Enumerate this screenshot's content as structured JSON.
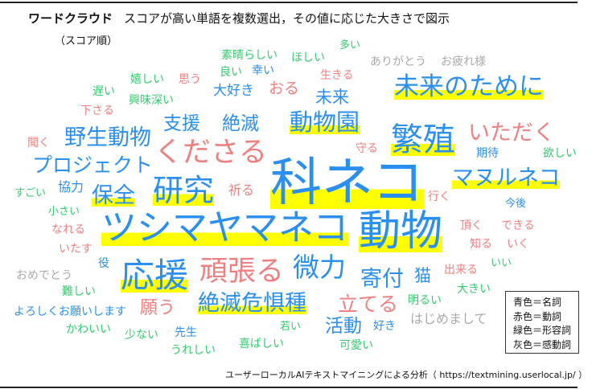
{
  "header": {
    "title_bold": "ワードクラウド",
    "title_rest": "スコアが高い単語を複数選出，その値に応じた大きさで図示",
    "subtitle": "（スコア順）"
  },
  "colors": {
    "noun": "#2b8ff0",
    "verb": "#f07f7f",
    "adjective": "#33cc6e",
    "interjection": "#aaaaaa",
    "highlight": "#ffff00"
  },
  "words": [
    {
      "text": "科ネコ",
      "pos": "noun",
      "highlight": true
    },
    {
      "text": "ツシマヤマネコ",
      "pos": "noun",
      "highlight": true
    },
    {
      "text": "動物",
      "pos": "noun",
      "highlight": true
    },
    {
      "text": "応援",
      "pos": "noun",
      "highlight": true
    },
    {
      "text": "繁殖",
      "pos": "noun",
      "highlight": true
    },
    {
      "text": "研究",
      "pos": "noun",
      "highlight": true
    },
    {
      "text": "くださる",
      "pos": "verb",
      "highlight": false
    },
    {
      "text": "頑張る",
      "pos": "verb",
      "highlight": false
    },
    {
      "text": "微力",
      "pos": "noun",
      "highlight": false
    },
    {
      "text": "未来のために",
      "pos": "noun",
      "highlight": true
    },
    {
      "text": "動物園",
      "pos": "noun",
      "highlight": true
    },
    {
      "text": "野生動物",
      "pos": "noun",
      "highlight": false
    },
    {
      "text": "保全",
      "pos": "noun",
      "highlight": true
    },
    {
      "text": "マヌルネコ",
      "pos": "noun",
      "highlight": true
    },
    {
      "text": "絶滅危惧種",
      "pos": "noun",
      "highlight": true
    },
    {
      "text": "いただく",
      "pos": "verb",
      "highlight": false
    },
    {
      "text": "寄付",
      "pos": "noun",
      "highlight": false
    },
    {
      "text": "プロジェクト",
      "pos": "noun",
      "highlight": false
    },
    {
      "text": "立てる",
      "pos": "verb",
      "highlight": false
    },
    {
      "text": "支援",
      "pos": "noun",
      "highlight": false
    },
    {
      "text": "絶滅",
      "pos": "noun",
      "highlight": false
    },
    {
      "text": "願う",
      "pos": "verb",
      "highlight": false
    },
    {
      "text": "活動",
      "pos": "noun",
      "highlight": false
    },
    {
      "text": "未来",
      "pos": "noun",
      "highlight": false
    },
    {
      "text": "猫",
      "pos": "noun",
      "highlight": false
    },
    {
      "text": "おる",
      "pos": "verb",
      "highlight": false
    },
    {
      "text": "大好き",
      "pos": "noun",
      "highlight": false
    },
    {
      "text": "協力",
      "pos": "noun",
      "highlight": false
    },
    {
      "text": "祈る",
      "pos": "verb",
      "highlight": false
    },
    {
      "text": "はじめまして",
      "pos": "interjection",
      "highlight": false
    },
    {
      "text": "素晴らしい",
      "pos": "adjective",
      "highlight": false
    },
    {
      "text": "ほしい",
      "pos": "adjective",
      "highlight": false
    },
    {
      "text": "多い",
      "pos": "adjective",
      "highlight": false
    },
    {
      "text": "ありがとう",
      "pos": "interjection",
      "highlight": false
    },
    {
      "text": "お疲れ様",
      "pos": "interjection",
      "highlight": false
    },
    {
      "text": "良い",
      "pos": "adjective",
      "highlight": false
    },
    {
      "text": "幸い",
      "pos": "noun",
      "highlight": false
    },
    {
      "text": "嬉しい",
      "pos": "adjective",
      "highlight": false
    },
    {
      "text": "思う",
      "pos": "verb",
      "highlight": false
    },
    {
      "text": "生きる",
      "pos": "verb",
      "highlight": false
    },
    {
      "text": "遅い",
      "pos": "adjective",
      "highlight": false
    },
    {
      "text": "興味深い",
      "pos": "adjective",
      "highlight": false
    },
    {
      "text": "下さる",
      "pos": "verb",
      "highlight": false
    },
    {
      "text": "聞く",
      "pos": "verb",
      "highlight": false
    },
    {
      "text": "守る",
      "pos": "verb",
      "highlight": false
    },
    {
      "text": "期待",
      "pos": "noun",
      "highlight": false
    },
    {
      "text": "欲しい",
      "pos": "adjective",
      "highlight": false
    },
    {
      "text": "すごい",
      "pos": "adjective",
      "highlight": false
    },
    {
      "text": "行く",
      "pos": "verb",
      "highlight": false
    },
    {
      "text": "今後",
      "pos": "noun",
      "highlight": false
    },
    {
      "text": "小さい",
      "pos": "adjective",
      "highlight": false
    },
    {
      "text": "なれる",
      "pos": "verb",
      "highlight": false
    },
    {
      "text": "頂く",
      "pos": "verb",
      "highlight": false
    },
    {
      "text": "できる",
      "pos": "verb",
      "highlight": false
    },
    {
      "text": "知る",
      "pos": "verb",
      "highlight": false
    },
    {
      "text": "いく",
      "pos": "verb",
      "highlight": false
    },
    {
      "text": "いたす",
      "pos": "verb",
      "highlight": false
    },
    {
      "text": "役",
      "pos": "noun",
      "highlight": false
    },
    {
      "text": "いい",
      "pos": "adjective",
      "highlight": false
    },
    {
      "text": "おめでとう",
      "pos": "interjection",
      "highlight": false
    },
    {
      "text": "出来る",
      "pos": "verb",
      "highlight": false
    },
    {
      "text": "難しい",
      "pos": "adjective",
      "highlight": false
    },
    {
      "text": "大きい",
      "pos": "adjective",
      "highlight": false
    },
    {
      "text": "明るい",
      "pos": "adjective",
      "highlight": false
    },
    {
      "text": "よろしくお願いします",
      "pos": "noun",
      "highlight": false
    },
    {
      "text": "若い",
      "pos": "adjective",
      "highlight": false
    },
    {
      "text": "好き",
      "pos": "noun",
      "highlight": false
    },
    {
      "text": "かわいい",
      "pos": "adjective",
      "highlight": false
    },
    {
      "text": "少ない",
      "pos": "adjective",
      "highlight": false
    },
    {
      "text": "先生",
      "pos": "noun",
      "highlight": false
    },
    {
      "text": "喜ばしい",
      "pos": "adjective",
      "highlight": false
    },
    {
      "text": "可愛い",
      "pos": "adjective",
      "highlight": false
    },
    {
      "text": "うれしい",
      "pos": "adjective",
      "highlight": false
    }
  ],
  "legend": [
    "青色＝名詞",
    "赤色＝動詞",
    "緑色＝形容詞",
    "灰色＝感動詞"
  ],
  "footer": "ユーザーローカルAIテキストマイニングによる分析（ https://textmining.userlocal.jp/ ）"
}
